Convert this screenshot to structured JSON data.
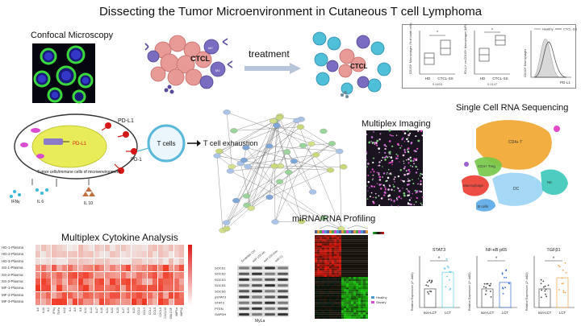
{
  "title": "Dissecting the Tumor Microenvironment in Cutaneous T cell Lymphoma",
  "sections": {
    "confocal": "Confocal Microscopy",
    "treatment": "treatment",
    "scrna": "Single Cell RNA Sequencing",
    "multiplex_imaging": "Multiplex Imaging",
    "cytokine": "Multiplex Cytokine Analysis",
    "mirna": "miRNA/RNA Profiling"
  },
  "tme": {
    "ctcl_label": "CTCL",
    "m2": "M2",
    "m1": "M1"
  },
  "mechanism": {
    "pdl1_right": "PD-L1",
    "pdl1_cell": "PD-L1",
    "pd1": "PD-1",
    "tcells": "T cells",
    "exhaustion": "T cell exhaustion",
    "tumor_cells": "Tumor cells/immune cells of microenvironment",
    "il6": "IL 6",
    "il10": "IL 10",
    "ifng": "IFNγ"
  },
  "box_chart": {
    "ylabel1": "CD163+ Macrophages (% of viable cells)",
    "ylabel2": "PD-L1+ on CD163+ Macrophages (MFI)",
    "groups": [
      "HD",
      "CTCL-SS"
    ],
    "pval1": "0.0403",
    "pval2": "0.0147",
    "legend_healthy": "Healthy",
    "legend_ctcl": "CTCL-SS",
    "hist_xlabel": "PD-L1",
    "hist_ylabel": "CD163+ Macrophages"
  },
  "umap_clusters": [
    "CD4+ T",
    "CD4+ Treg",
    "Macrophage",
    "DC",
    "NK",
    "B cells"
  ],
  "heatmap_rows": [
    "HD-1-Plasma",
    "HD-2-Plasma",
    "HD-3-Plasma",
    "SS-1-Plasma",
    "SS-2-Plasma",
    "SS-3-Plasma",
    "MF-1-Plasma",
    "MF-2-Plasma",
    "MF-3-Plasma"
  ],
  "heatmap_cols": [
    "IL6",
    "IL10",
    "IL2",
    "IFNγ",
    "TNFα",
    "IL1β",
    "IL4",
    "IL5",
    "IL8",
    "IL12",
    "IL13",
    "IL17",
    "IL18",
    "IL21",
    "IL22",
    "IL23",
    "IL27",
    "IL31",
    "IL33",
    "CCL2",
    "CCL3",
    "CCL4",
    "CCL5",
    "CXCL9",
    "CXCL10",
    "GM-CSF",
    "MIP1α",
    "MIP1β"
  ],
  "western": {
    "lanes": [
      "Scramble Ctrl",
      "miR-155 inh",
      "miR-155 mim",
      "miR-21"
    ],
    "proteins": [
      "SOCS1",
      "SOCS2",
      "SOCS3",
      "SOCS4",
      "SOCS6",
      "pSTAT3",
      "STAT3",
      "PTEN",
      "GAPDH"
    ],
    "cell_line": "MyLa"
  },
  "mirna_legend": [
    "Healthy",
    "Sézary"
  ],
  "bar_charts": [
    {
      "title": "STAT3",
      "ylabel": "Relative Expression (2^-ddCt)",
      "groups": [
        "non-LCT",
        "LCT"
      ],
      "means": [
        1.0,
        1.9
      ],
      "color": "#5bc8e8",
      "star": "*"
    },
    {
      "title": "NF-κB p65",
      "ylabel": "Relative Expression (2^-ddCt)",
      "groups": [
        "non-LCT",
        "LCT"
      ],
      "means": [
        1.0,
        1.35
      ],
      "color": "#3b6fd4",
      "star": "*"
    },
    {
      "title": "TGFβ1",
      "ylabel": "Relative Expression (2^-ddCt)",
      "groups": [
        "non-LCT",
        "LCT"
      ],
      "means": [
        1.0,
        1.6
      ],
      "color": "#f0a24a",
      "star": "*"
    }
  ]
}
